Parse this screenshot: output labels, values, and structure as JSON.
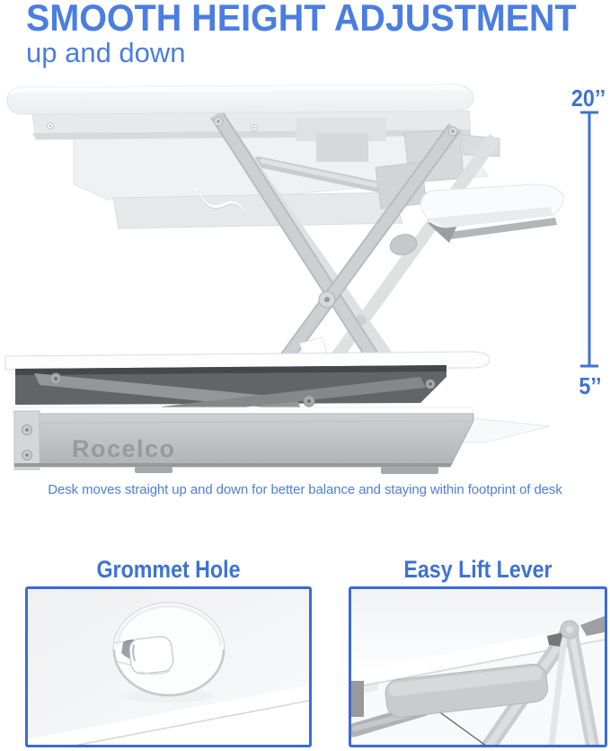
{
  "colors": {
    "accent": "#4a7ee0",
    "dimension_blue": "#3e72d4",
    "box_border": "#3a6bd4",
    "caption_blue": "#4e7fd6"
  },
  "header": {
    "title": "SMOOTH HEIGHT ADJUSTMENT",
    "subtitle": "up and down"
  },
  "diagram": {
    "brand": "Rocelco",
    "max_height": "20’’",
    "min_height": "5’’"
  },
  "caption": "Desk moves straight up and down for better balance and staying within footprint of desk",
  "callouts": [
    {
      "label": "Grommet Hole"
    },
    {
      "label": "Easy Lift Lever"
    }
  ]
}
